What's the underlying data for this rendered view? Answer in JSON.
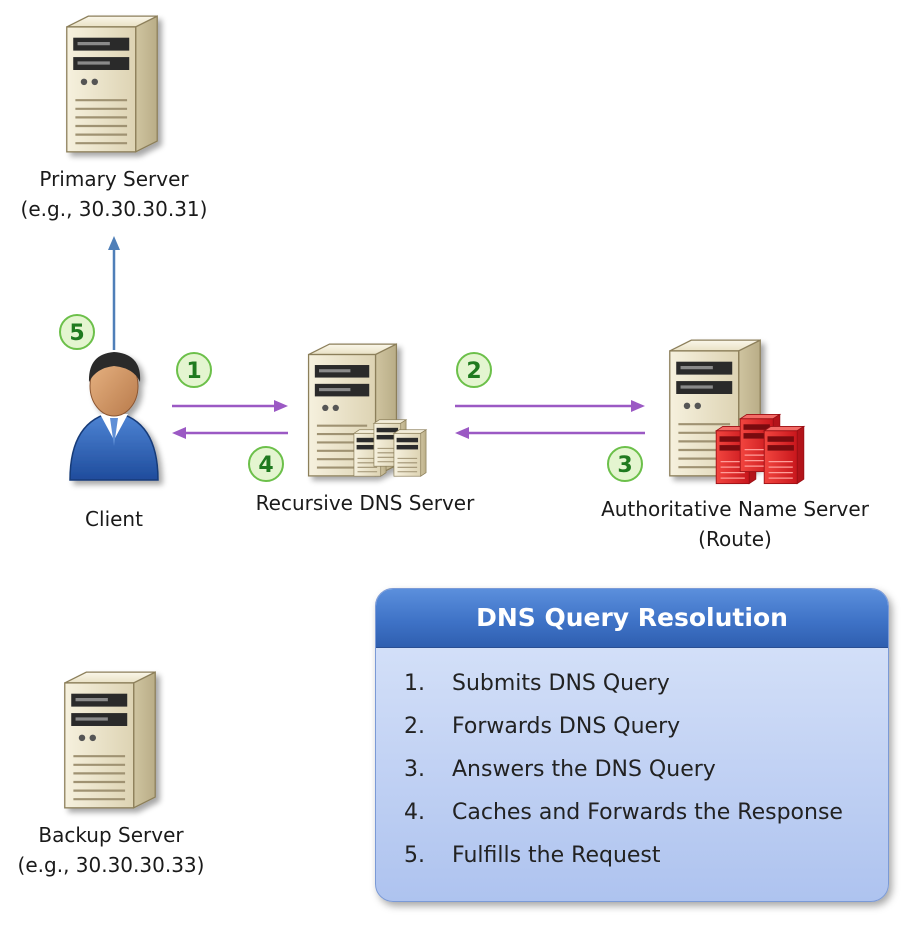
{
  "nodes": {
    "primary_server": {
      "name": "Primary Server",
      "detail": "(e.g.,  30.30.30.31)"
    },
    "client": {
      "name": "Client"
    },
    "recursive_dns": {
      "name": "Recursive DNS Server"
    },
    "authoritative": {
      "name": "Authoritative Name Server",
      "detail": "(Route)"
    },
    "backup_server": {
      "name": "Backup Server",
      "detail": "(e.g.,  30.30.30.33)"
    }
  },
  "step_badges": [
    "1",
    "2",
    "3",
    "4",
    "5"
  ],
  "legend": {
    "title": "DNS Query Resolution",
    "items": [
      {
        "num": "1.",
        "text": "Submits DNS Query"
      },
      {
        "num": "2.",
        "text": "Forwards DNS Query"
      },
      {
        "num": "3.",
        "text": "Answers the DNS Query"
      },
      {
        "num": "4.",
        "text": "Caches and Forwards the Response"
      },
      {
        "num": "5.",
        "text": "Fulfills the Request"
      }
    ]
  },
  "colors": {
    "request_arrow": "#9b59c4",
    "upstream_arrow": "#4f7fb8",
    "badge_fill": "#e4f5d0",
    "badge_border": "#6cc04a",
    "badge_text": "#1f7a1f",
    "server_body": "#ece4c8",
    "mini_server_red": "#e0242a"
  },
  "icons": [
    "server-tower-icon",
    "user-icon",
    "server-cluster-icon"
  ]
}
